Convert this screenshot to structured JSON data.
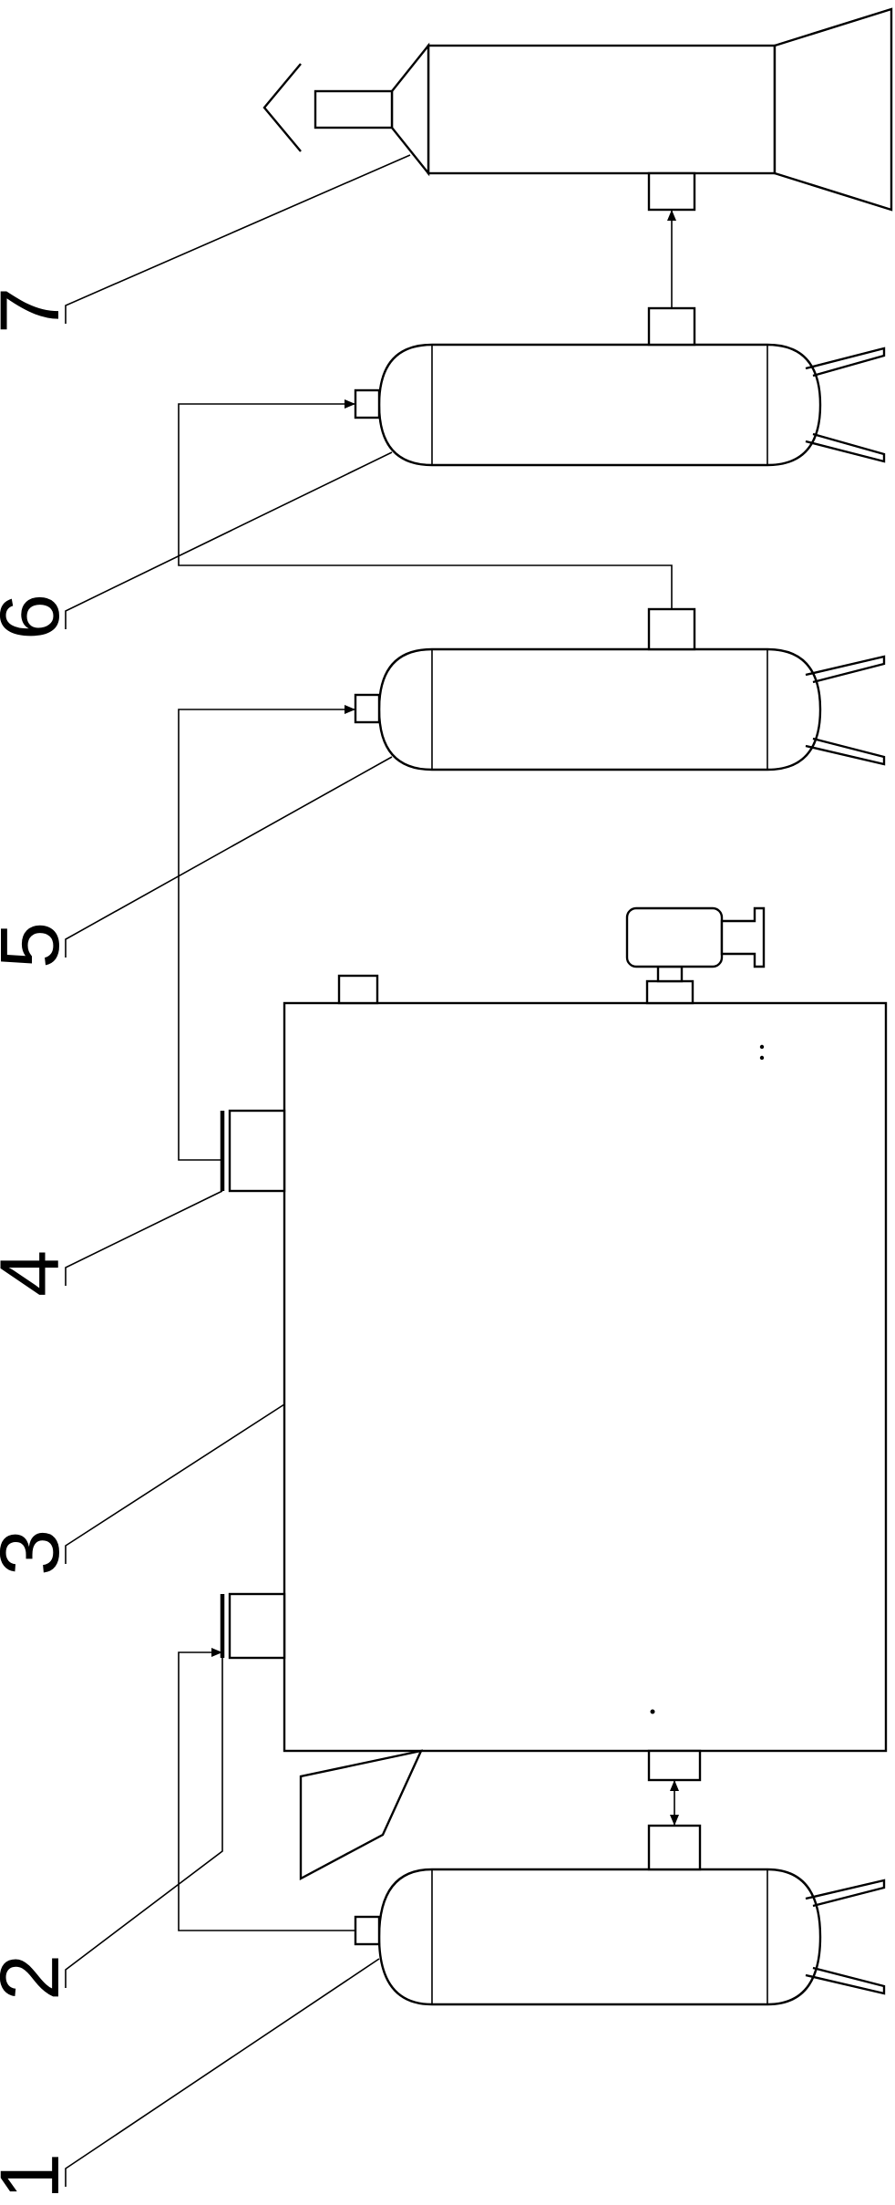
{
  "figure": {
    "orientation": "rotated-90-ccw",
    "labels": [
      "1",
      "2",
      "3",
      "4",
      "5",
      "6",
      "7"
    ],
    "colors": {
      "stroke": "#000000",
      "background": "#ffffff"
    }
  }
}
